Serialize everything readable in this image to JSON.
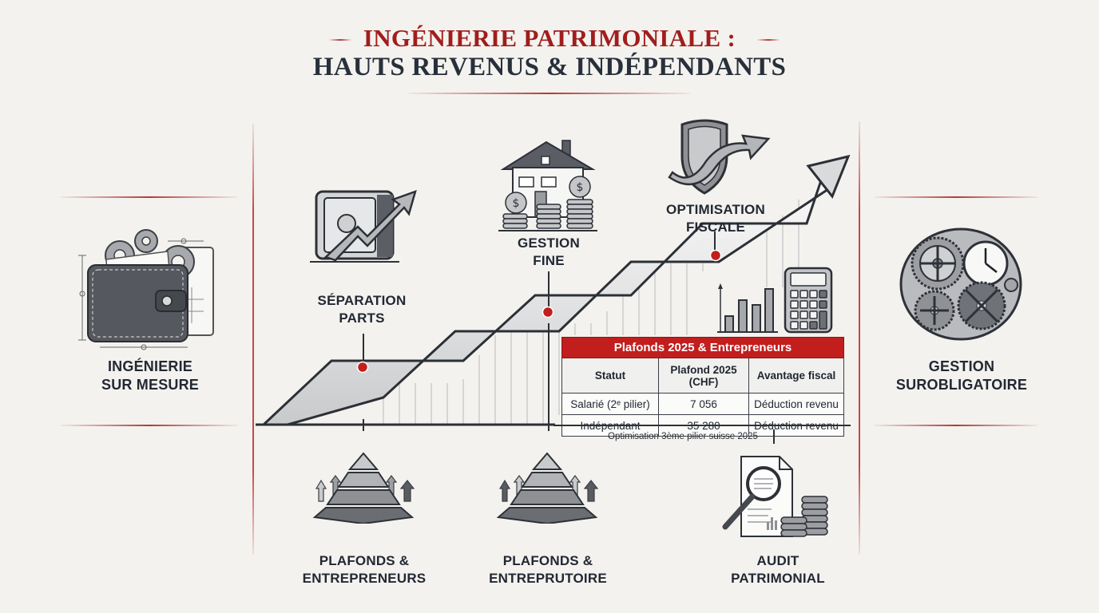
{
  "title": {
    "line1": "INGÉNIERIE PATRIMONIALE :",
    "line2": "HAUTS REVENUS & INDÉPENDANTS"
  },
  "colors": {
    "accent_red": "#c21e1e",
    "title_red": "#a11d1d",
    "text_dark": "#222833",
    "background": "#f3f2ee"
  },
  "side_panels": {
    "left": {
      "icon": "wallet-gears-blueprint-icon",
      "line1": "INGÉNIERIE",
      "line2": "SUR MESURE"
    },
    "right": {
      "icon": "clockwork-gears-icon",
      "line1": "GESTION",
      "line2": "SUROBLIGATOIRE"
    }
  },
  "milestones": [
    {
      "icon": "safe-with-rising-arrow-icon",
      "line1": "SÉPARATION",
      "line2": "PARTS"
    },
    {
      "icon": "house-with-coins-icon",
      "line1": "GESTION",
      "line2": "FINE"
    },
    {
      "icon": "shield-with-arrow-icon",
      "line1": "OPTIMISATION",
      "line2": "FISCALE"
    }
  ],
  "bottom_items": [
    {
      "icon": "pyramid-arrows-icon",
      "line1": "PLAFONDS &",
      "line2": "ENTREPRENEURS"
    },
    {
      "icon": "pyramid-arrows-icon",
      "line1": "PLAFONDS &",
      "line2": "ENTREPRUTOIRE"
    },
    {
      "icon": "magnifier-document-coins-icon",
      "line1": "AUDIT",
      "line2": "PATRIMONIAL"
    }
  ],
  "table": {
    "caption": "Plafonds 2025 & Entrepreneurs",
    "headers": [
      "Statut",
      "Plafond 2025 (CHF)",
      "Avantage fiscal"
    ],
    "header_plafond_line1": "Plafond 2025",
    "header_plafond_line2": "(CHF)",
    "rows": [
      {
        "statut": "Salarié (2ᵉ pilier)",
        "plafond": "7 056",
        "avantage": "Déduction revenu"
      },
      {
        "statut": "Indépendant",
        "plafond": "35 280",
        "avantage": "Déduction revenu"
      }
    ],
    "footnote": "Optimisation 3ème pilier suisse 2025"
  },
  "decor": {
    "growth_chart_icon": "bar-chart-icon",
    "calculator_icon": "calculator-icon",
    "staircase_arrow_icon": "rising-staircase-arrow-icon"
  }
}
